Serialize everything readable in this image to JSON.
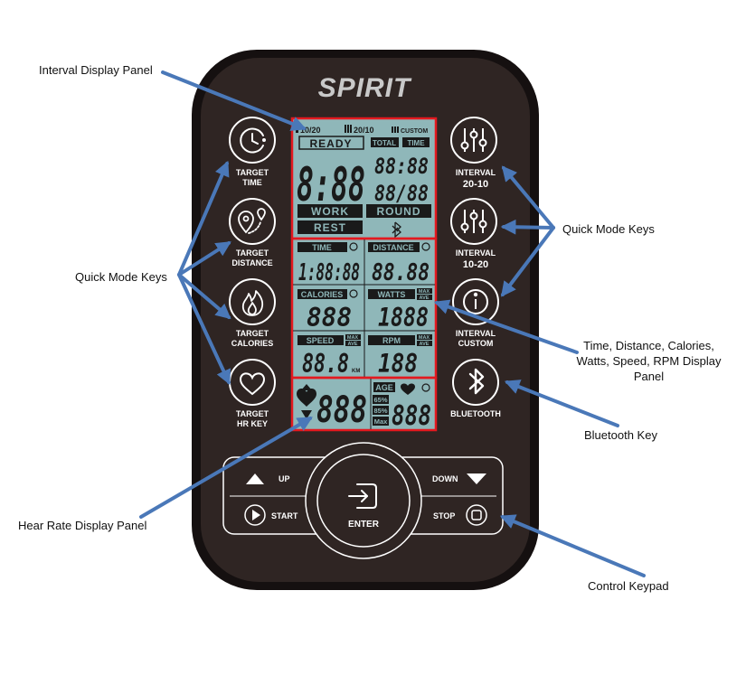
{
  "brand": "SPIRIT",
  "colors": {
    "console": "#2f2523",
    "console_border": "#151010",
    "lcd": "#8fb7b9",
    "lcd_text": "#1a1a1a",
    "highlight": "#e3191f",
    "callout_arrow": "#4a78b8",
    "key_ring": "#ffffff"
  },
  "callouts": {
    "interval_panel": "Interval Display Panel",
    "quick_mode_left": "Quick Mode Keys",
    "quick_mode_right": "Quick Mode Keys",
    "metrics_panel": [
      "Time, Distance, Calories,",
      "Watts, Speed, RPM Display",
      "Panel"
    ],
    "bluetooth_key": "Bluetooth Key",
    "heart_rate_panel": "Hear Rate Display Panel",
    "control_keypad": "Control Keypad"
  },
  "left_keys": [
    {
      "icon": "clock-icon",
      "lines": [
        "TARGET",
        "TIME"
      ]
    },
    {
      "icon": "map-pin-icon",
      "lines": [
        "TARGET",
        "DISTANCE"
      ]
    },
    {
      "icon": "flame-icon",
      "lines": [
        "TARGET",
        "CALORIES"
      ]
    },
    {
      "icon": "heart-icon",
      "lines": [
        "TARGET",
        "HR KEY"
      ]
    }
  ],
  "right_keys": [
    {
      "icon": "sliders-icon",
      "lines": [
        "INTERVAL",
        "20-10"
      ]
    },
    {
      "icon": "sliders-icon",
      "lines": [
        "INTERVAL",
        "10-20"
      ]
    },
    {
      "icon": "info-icon",
      "lines": [
        "INTERVAL",
        "CUSTOM"
      ]
    },
    {
      "icon": "bluetooth-icon",
      "lines": [
        "BLUETOOTH"
      ]
    }
  ],
  "lcd": {
    "interval": {
      "modes": [
        "10/20",
        "20/10",
        "CUSTOM"
      ],
      "ready": "READY",
      "total": "TOTAL",
      "time": "TIME",
      "big_digits": "8:88",
      "small_top": "88:88",
      "small_bottom": "88/88",
      "work": "WORK",
      "round": "ROUND",
      "rest": "REST"
    },
    "metrics": {
      "time_label": "TIME",
      "time_value": "1:88:88",
      "distance_label": "DISTANCE",
      "distance_value": "88.88",
      "calories_label": "CALORIES",
      "calories_value": "888",
      "watts_label": "WATTS",
      "watts_value": "1888",
      "speed_label": "SPEED",
      "speed_value": "88.8",
      "speed_unit": "KM",
      "rpm_label": "RPM",
      "rpm_value": "188",
      "max": "MAX",
      "ave": "AVE"
    },
    "heart": {
      "hr_value": "888",
      "age_label": "AGE",
      "pct_65": "65%",
      "pct_85": "85%",
      "pct_max": "Max",
      "age_value": "888"
    }
  },
  "keypad": {
    "up": "UP",
    "down": "DOWN",
    "start": "START",
    "stop": "STOP",
    "enter": "ENTER"
  }
}
